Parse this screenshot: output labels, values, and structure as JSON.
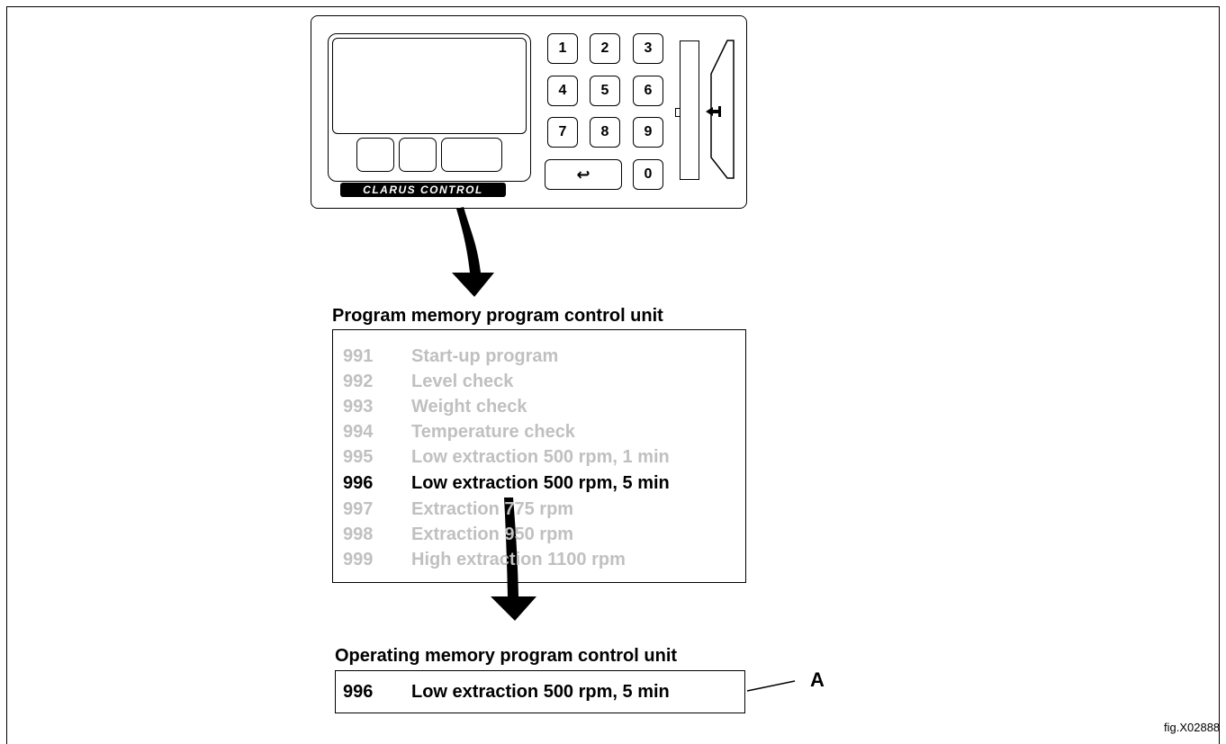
{
  "panel": {
    "brand": "CLARUS CONTROL",
    "keys": [
      "1",
      "2",
      "3",
      "4",
      "5",
      "6",
      "7",
      "8",
      "9",
      "0"
    ],
    "enter_key": "↩"
  },
  "program_memory": {
    "heading": "Program memory program control unit",
    "rows": [
      {
        "num": "991",
        "text": "Start-up program"
      },
      {
        "num": "992",
        "text": "Level check"
      },
      {
        "num": "993",
        "text": "Weight check"
      },
      {
        "num": "994",
        "text": "Temperature check"
      },
      {
        "num": "995",
        "text": "Low extraction 500 rpm, 1 min"
      },
      {
        "num": "996",
        "text": "Low extraction 500 rpm, 5 min"
      },
      {
        "num": "997",
        "text": "Extraction 775 rpm"
      },
      {
        "num": "998",
        "text": "Extraction 950 rpm"
      },
      {
        "num": "999",
        "text": "High extraction 1100 rpm"
      }
    ],
    "active_row": "996"
  },
  "operating_memory": {
    "heading": "Operating memory program control unit",
    "num": "996",
    "text": "Low extraction 500 rpm, 5 min"
  },
  "callout": "A",
  "figure_id": "fig.X02888"
}
